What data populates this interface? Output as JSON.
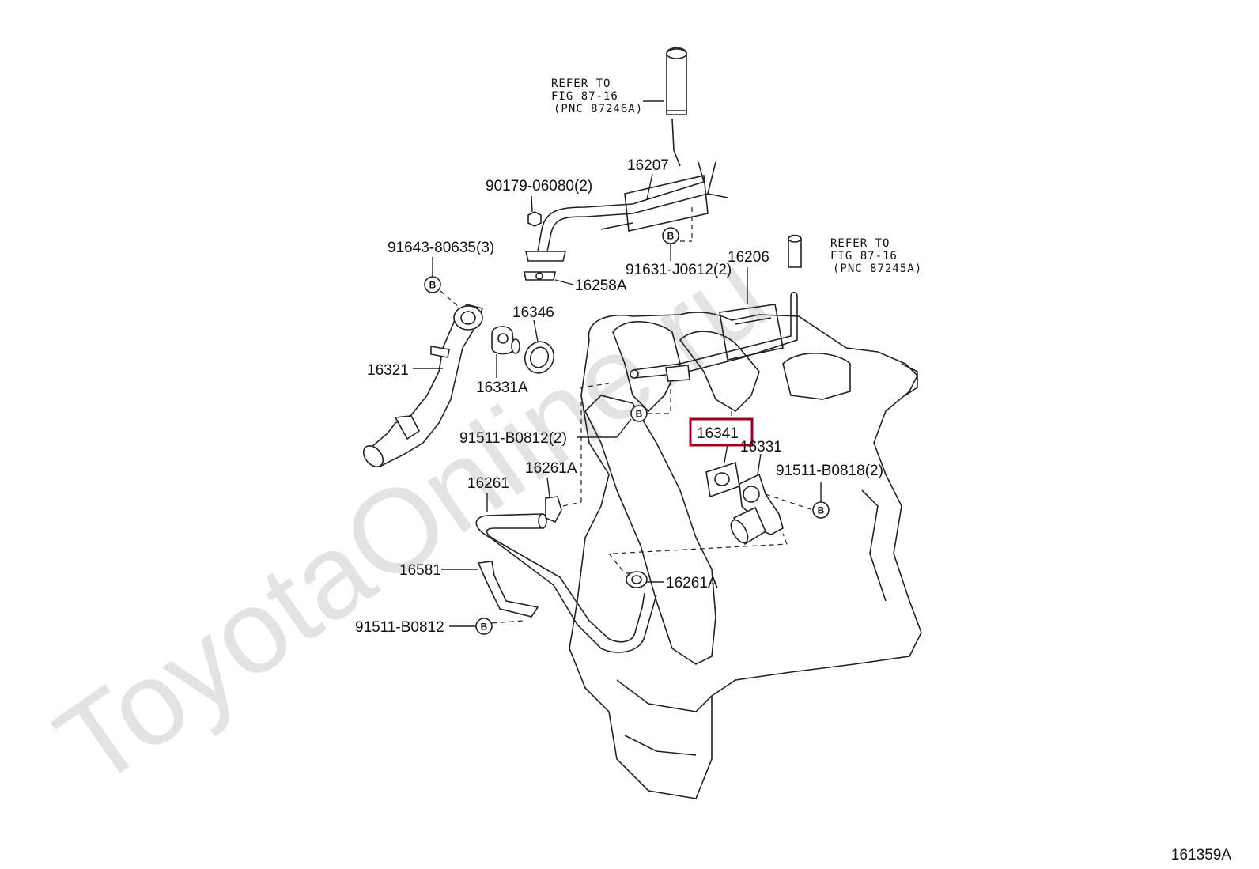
{
  "watermark": "ToyotaOnline.ru",
  "figure_code": "161359A",
  "highlight_color": "#a0001e",
  "bolt_symbol": "B",
  "references": [
    {
      "id": "ref-87246a",
      "lines": [
        "REFER TO",
        "FIG 87-16",
        "(PNC 87246A)"
      ]
    },
    {
      "id": "ref-87245a",
      "lines": [
        "REFER TO",
        "FIG 87-16",
        "(PNC 87245A)"
      ]
    }
  ],
  "parts": [
    {
      "id": "p16207",
      "label": "16207"
    },
    {
      "id": "p90179",
      "label": "90179-06080(2)"
    },
    {
      "id": "p91643",
      "label": "91643-80635(3)"
    },
    {
      "id": "p91631",
      "label": "91631-J0612(2)"
    },
    {
      "id": "p16206",
      "label": "16206"
    },
    {
      "id": "p16258a",
      "label": "16258A"
    },
    {
      "id": "p16346",
      "label": "16346"
    },
    {
      "id": "p16321",
      "label": "16321"
    },
    {
      "id": "p16331a",
      "label": "16331A"
    },
    {
      "id": "p16341",
      "label": "16341",
      "highlighted": true
    },
    {
      "id": "p16331",
      "label": "16331"
    },
    {
      "id": "p91511a",
      "label": "91511-B0812(2)"
    },
    {
      "id": "p91511b",
      "label": "91511-B0818(2)"
    },
    {
      "id": "p16261a1",
      "label": "16261A"
    },
    {
      "id": "p16261",
      "label": "16261"
    },
    {
      "id": "p16581",
      "label": "16581"
    },
    {
      "id": "p16261a2",
      "label": "16261A"
    },
    {
      "id": "p91511c",
      "label": "91511-B0812"
    }
  ]
}
